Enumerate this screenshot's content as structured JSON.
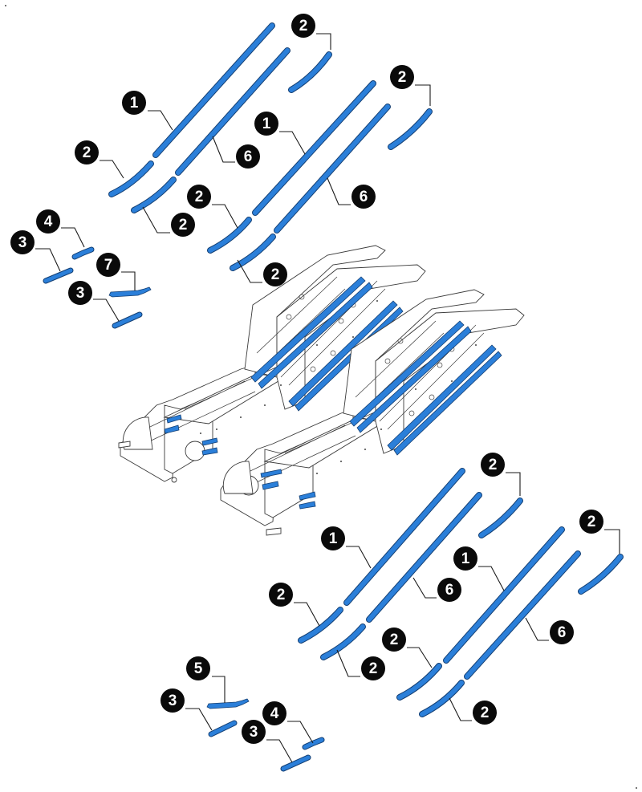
{
  "diagram": {
    "type": "exploded-parts-view",
    "subject": "Twin incline conveyor frames with blue wear strips",
    "colors": {
      "part_fill": "#2b7fd9",
      "part_edge": "#143f73",
      "callout_bg": "#0a0a0a",
      "callout_text": "#ffffff",
      "frame_line": "#3a3a3a",
      "background": "#ffffff"
    },
    "callouts": [
      {
        "id": "c01",
        "label": "2",
        "group": "top-left-strips"
      },
      {
        "id": "c02",
        "label": "1",
        "group": "top-left-strips"
      },
      {
        "id": "c03",
        "label": "6",
        "group": "top-left-strips"
      },
      {
        "id": "c04",
        "label": "2",
        "group": "top-left-strips"
      },
      {
        "id": "c05",
        "label": "2",
        "group": "top-left-strips"
      },
      {
        "id": "c06",
        "label": "2",
        "group": "top-right-strips"
      },
      {
        "id": "c07",
        "label": "1",
        "group": "top-right-strips"
      },
      {
        "id": "c08",
        "label": "6",
        "group": "top-right-strips"
      },
      {
        "id": "c09",
        "label": "2",
        "group": "top-right-strips"
      },
      {
        "id": "c10",
        "label": "2",
        "group": "top-right-strips"
      },
      {
        "id": "c11",
        "label": "4",
        "group": "top-small-parts"
      },
      {
        "id": "c12",
        "label": "3",
        "group": "top-small-parts"
      },
      {
        "id": "c13",
        "label": "7",
        "group": "top-small-parts"
      },
      {
        "id": "c14",
        "label": "3",
        "group": "top-small-parts"
      },
      {
        "id": "c15",
        "label": "2",
        "group": "bottom-left-strips"
      },
      {
        "id": "c16",
        "label": "1",
        "group": "bottom-left-strips"
      },
      {
        "id": "c17",
        "label": "6",
        "group": "bottom-left-strips"
      },
      {
        "id": "c18",
        "label": "2",
        "group": "bottom-left-strips"
      },
      {
        "id": "c19",
        "label": "2",
        "group": "bottom-left-strips"
      },
      {
        "id": "c20",
        "label": "2",
        "group": "bottom-right-strips"
      },
      {
        "id": "c21",
        "label": "1",
        "group": "bottom-right-strips"
      },
      {
        "id": "c22",
        "label": "6",
        "group": "bottom-right-strips"
      },
      {
        "id": "c23",
        "label": "2",
        "group": "bottom-right-strips"
      },
      {
        "id": "c24",
        "label": "2",
        "group": "bottom-right-strips"
      },
      {
        "id": "c25",
        "label": "5",
        "group": "bottom-small-parts"
      },
      {
        "id": "c26",
        "label": "3",
        "group": "bottom-small-parts"
      },
      {
        "id": "c27",
        "label": "3",
        "group": "bottom-small-parts"
      },
      {
        "id": "c28",
        "label": "4",
        "group": "bottom-small-parts"
      }
    ],
    "part_numbers_shown": [
      "1",
      "2",
      "3",
      "4",
      "5",
      "6",
      "7"
    ]
  }
}
